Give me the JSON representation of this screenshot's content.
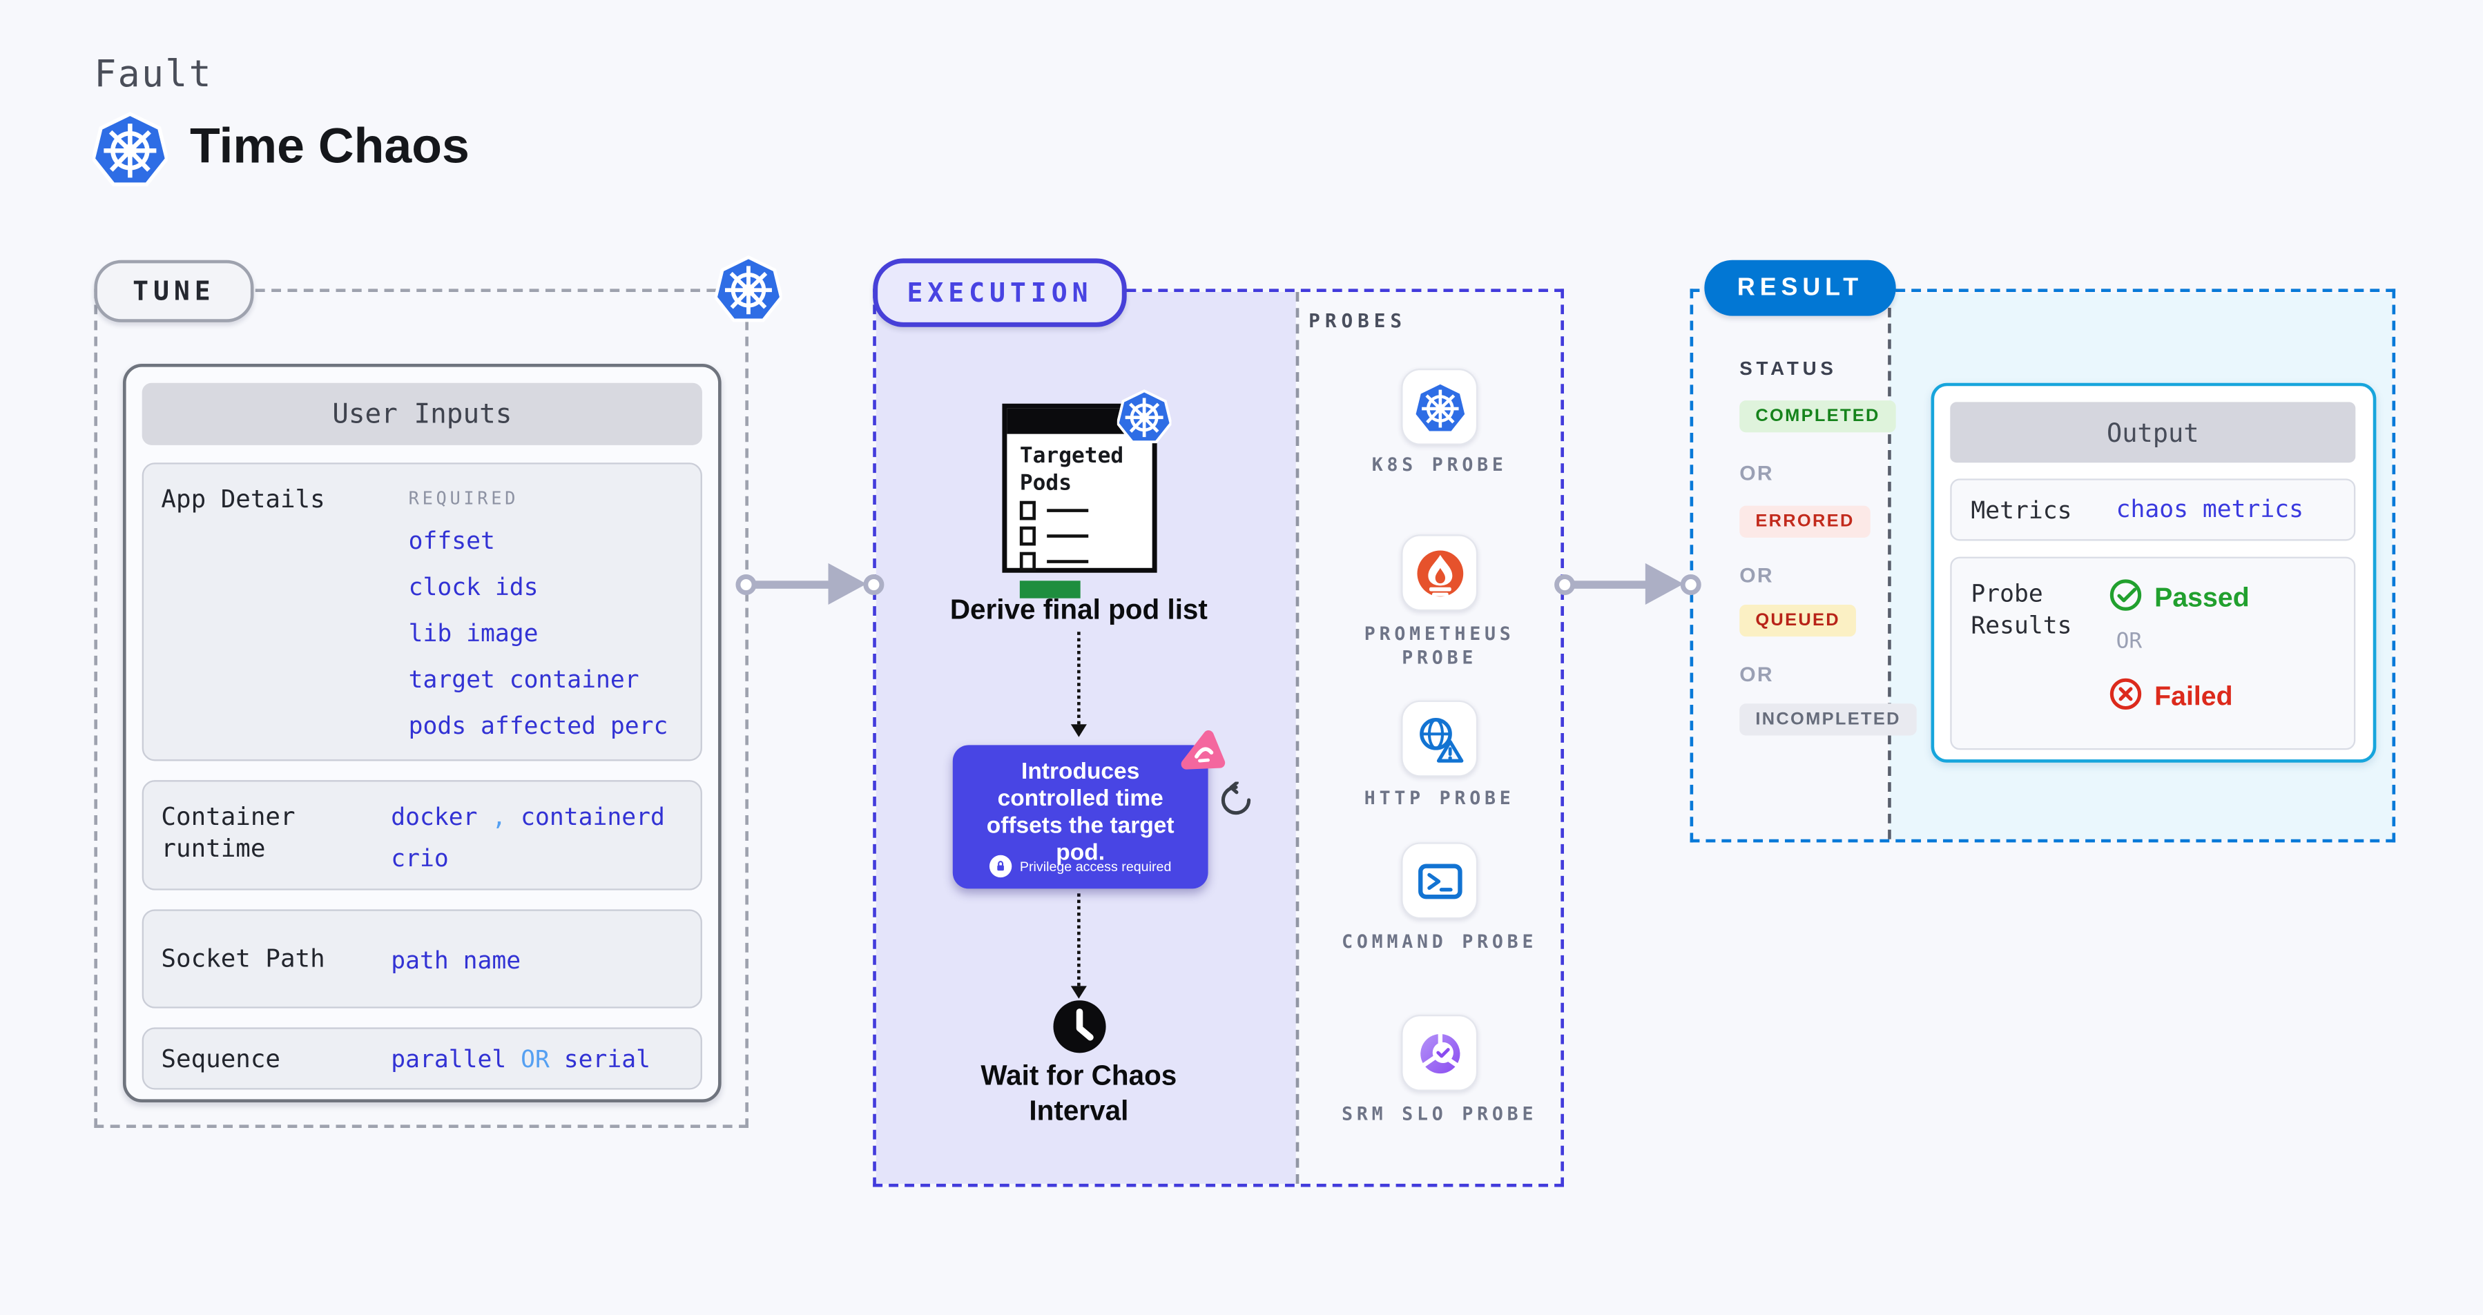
{
  "header": {
    "category": "Fault",
    "title": "Time Chaos"
  },
  "tune": {
    "badge": "TUNE",
    "panel_title": "User Inputs",
    "app_details": {
      "label": "App Details",
      "tag": "REQUIRED",
      "values": [
        "offset",
        "clock ids",
        "lib image",
        "target container",
        "pods affected perc"
      ]
    },
    "runtime": {
      "label": "Container runtime",
      "v1": "docker",
      "comma": ",",
      "v2": "containerd",
      "v3": "crio"
    },
    "socket": {
      "label": "Socket Path",
      "value": "path name"
    },
    "sequence": {
      "label": "Sequence",
      "v1": "parallel",
      "or": "OR",
      "v2": "serial"
    }
  },
  "execution": {
    "badge": "EXECUTION",
    "targeted_pods": {
      "line1": "Targeted",
      "line2": "Pods"
    },
    "derive_label": "Derive final pod list",
    "tooltip": {
      "text": "Introduces controlled time offsets the target pod.",
      "privilege": "Privilege access required"
    },
    "wait_label": "Wait for Chaos Interval"
  },
  "probes": {
    "label": "PROBES",
    "items": [
      {
        "name": "K8S PROBE",
        "icon": "kubernetes-icon"
      },
      {
        "name": "PROMETHEUS PROBE",
        "icon": "prometheus-icon"
      },
      {
        "name": "HTTP PROBE",
        "icon": "globe-warning-icon"
      },
      {
        "name": "COMMAND PROBE",
        "icon": "terminal-icon"
      },
      {
        "name": "SRM SLO PROBE",
        "icon": "slo-gauge-check-icon"
      }
    ]
  },
  "result": {
    "badge": "RESULT",
    "status_label": "STATUS",
    "or": "OR",
    "statuses": [
      {
        "text": "COMPLETED",
        "fg": "#15831B",
        "bg": "#DFF3DC"
      },
      {
        "text": "ERRORED",
        "fg": "#C22A1C",
        "bg": "#FCE9E7"
      },
      {
        "text": "QUEUED",
        "fg": "#B82318",
        "bg": "#FBF0C4"
      },
      {
        "text": "INCOMPLETED",
        "fg": "#666C7B",
        "bg": "#E9EAF0"
      }
    ],
    "output": {
      "title": "Output",
      "metrics_label": "Metrics",
      "metrics_value": "chaos metrics",
      "probe_results_label": "Probe Results",
      "passed": "Passed",
      "or": "OR",
      "failed": "Failed"
    }
  },
  "colors": {
    "kubernetes_blue": "#2E6DE5",
    "indigo_accent": "#4845E4",
    "value_blue": "#3232D4",
    "light_blue_accent": "#55A0F2",
    "result_blue": "#0277D4",
    "output_cyan_border": "#17A5DC",
    "passed_green": "#21A02E",
    "failed_red": "#DC2A1C",
    "prometheus_orange": "#E6522C",
    "litmus_pink": "#F4679E",
    "arrow_gray": "#ACAFC5"
  }
}
